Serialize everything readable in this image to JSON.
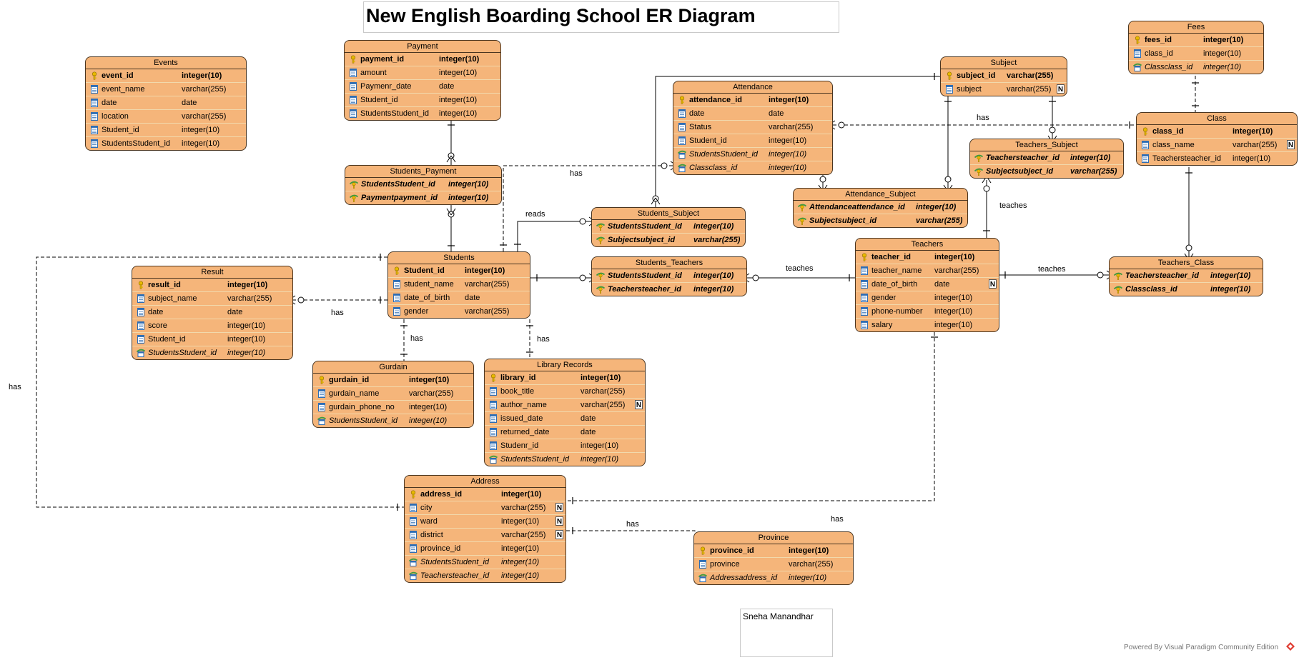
{
  "diagram": {
    "title": "New English Boarding School ER Diagram",
    "note": "Sneha Manandhar",
    "watermark": "Powered By Visual Paradigm Community Edition"
  },
  "colors": {
    "entity_fill": "#f5b57a",
    "entity_border": "#4a3520",
    "row_separator": "#f2d9ac",
    "key_icon": "#e8b800",
    "column_icon": "#2e6db4",
    "fk_icon": "#3f9b3f"
  },
  "entities": {
    "events": {
      "name": "Events",
      "attributes": [
        {
          "name": "event_id",
          "type": "integer(10)",
          "key": "pk"
        },
        {
          "name": "event_name",
          "type": "varchar(255)",
          "key": ""
        },
        {
          "name": "date",
          "type": "date",
          "key": ""
        },
        {
          "name": "location",
          "type": "varchar(255)",
          "key": ""
        },
        {
          "name": "Student_id",
          "type": "integer(10)",
          "key": ""
        },
        {
          "name": "StudentsStudent_id",
          "type": "integer(10)",
          "key": ""
        }
      ]
    },
    "payment": {
      "name": "Payment",
      "attributes": [
        {
          "name": "payment_id",
          "type": "integer(10)",
          "key": "pk"
        },
        {
          "name": "amount",
          "type": "integer(10)",
          "key": ""
        },
        {
          "name": "Paymenr_date",
          "type": "date",
          "key": ""
        },
        {
          "name": "Student_id",
          "type": "integer(10)",
          "key": ""
        },
        {
          "name": "StudentsStudent_id",
          "type": "integer(10)",
          "key": ""
        }
      ]
    },
    "students_payment": {
      "name": "Students_Payment",
      "attributes": [
        {
          "name": "StudentsStudent_id",
          "type": "integer(10)",
          "key": "pkfk"
        },
        {
          "name": "Paymentpayment_id",
          "type": "integer(10)",
          "key": "pkfk"
        }
      ]
    },
    "attendance": {
      "name": "Attendance",
      "attributes": [
        {
          "name": "attendance_id",
          "type": "integer(10)",
          "key": "pk"
        },
        {
          "name": "date",
          "type": "date",
          "key": ""
        },
        {
          "name": "Status",
          "type": "varchar(255)",
          "key": ""
        },
        {
          "name": "Student_id",
          "type": "integer(10)",
          "key": ""
        },
        {
          "name": "StudentsStudent_id",
          "type": "integer(10)",
          "key": "fk"
        },
        {
          "name": "Classclass_id",
          "type": "integer(10)",
          "key": "fk"
        }
      ]
    },
    "subject": {
      "name": "Subject",
      "attributes": [
        {
          "name": "subject_id",
          "type": "varchar(255)",
          "key": "pk"
        },
        {
          "name": "subject",
          "type": "varchar(255)",
          "key": "",
          "nullable": true
        }
      ]
    },
    "fees": {
      "name": "Fees",
      "attributes": [
        {
          "name": "fees_id",
          "type": "integer(10)",
          "key": "pk"
        },
        {
          "name": "class_id",
          "type": "integer(10)",
          "key": ""
        },
        {
          "name": "Classclass_id",
          "type": "integer(10)",
          "key": "fk"
        }
      ]
    },
    "class": {
      "name": "Class",
      "attributes": [
        {
          "name": "class_id",
          "type": "integer(10)",
          "key": "pk"
        },
        {
          "name": "class_name",
          "type": "varchar(255)",
          "key": "",
          "nullable": true
        },
        {
          "name": "Teachersteacher_id",
          "type": "integer(10)",
          "key": ""
        }
      ]
    },
    "teachers_subject": {
      "name": "Teachers_Subject",
      "attributes": [
        {
          "name": "Teachersteacher_id",
          "type": "integer(10)",
          "key": "pkfk"
        },
        {
          "name": "Subjectsubject_id",
          "type": "varchar(255)",
          "key": "pkfk"
        }
      ]
    },
    "attendance_subject": {
      "name": "Attendance_Subject",
      "attributes": [
        {
          "name": "Attendanceattendance_id",
          "type": "integer(10)",
          "key": "pkfk"
        },
        {
          "name": "Subjectsubject_id",
          "type": "varchar(255)",
          "key": "pkfk"
        }
      ]
    },
    "students_subject": {
      "name": "Students_Subject",
      "attributes": [
        {
          "name": "StudentsStudent_id",
          "type": "integer(10)",
          "key": "pkfk"
        },
        {
          "name": "Subjectsubject_id",
          "type": "varchar(255)",
          "key": "pkfk"
        }
      ]
    },
    "students": {
      "name": "Students",
      "attributes": [
        {
          "name": "Student_id",
          "type": "integer(10)",
          "key": "pk"
        },
        {
          "name": "student_name",
          "type": "varchar(255)",
          "key": ""
        },
        {
          "name": "date_of_birth",
          "type": "date",
          "key": ""
        },
        {
          "name": "gender",
          "type": "varchar(255)",
          "key": ""
        }
      ]
    },
    "students_teachers": {
      "name": "Students_Teachers",
      "attributes": [
        {
          "name": "StudentsStudent_id",
          "type": "integer(10)",
          "key": "pkfk"
        },
        {
          "name": "Teachersteacher_id",
          "type": "integer(10)",
          "key": "pkfk"
        }
      ]
    },
    "teachers": {
      "name": "Teachers",
      "attributes": [
        {
          "name": "teacher_id",
          "type": "integer(10)",
          "key": "pk"
        },
        {
          "name": "teacher_name",
          "type": "varchar(255)",
          "key": ""
        },
        {
          "name": "date_of_birth",
          "type": "date",
          "key": "",
          "nullable": true
        },
        {
          "name": "gender",
          "type": "integer(10)",
          "key": ""
        },
        {
          "name": "phone-number",
          "type": "integer(10)",
          "key": ""
        },
        {
          "name": "salary",
          "type": "integer(10)",
          "key": ""
        }
      ]
    },
    "teachers_class": {
      "name": "Teachers_Class",
      "attributes": [
        {
          "name": "Teachersteacher_id",
          "type": "integer(10)",
          "key": "pkfk"
        },
        {
          "name": "Classclass_id",
          "type": "integer(10)",
          "key": "pkfk"
        }
      ]
    },
    "result": {
      "name": "Result",
      "attributes": [
        {
          "name": "result_id",
          "type": "integer(10)",
          "key": "pk"
        },
        {
          "name": "subject_name",
          "type": "varchar(255)",
          "key": ""
        },
        {
          "name": "date",
          "type": "date",
          "key": ""
        },
        {
          "name": "score",
          "type": "integer(10)",
          "key": ""
        },
        {
          "name": "Student_id",
          "type": "integer(10)",
          "key": ""
        },
        {
          "name": "StudentsStudent_id",
          "type": "integer(10)",
          "key": "fk"
        }
      ]
    },
    "gurdain": {
      "name": "Gurdain",
      "attributes": [
        {
          "name": "gurdain_id",
          "type": "integer(10)",
          "key": "pk"
        },
        {
          "name": "gurdain_name",
          "type": "varchar(255)",
          "key": ""
        },
        {
          "name": "gurdain_phone_no",
          "type": "integer(10)",
          "key": ""
        },
        {
          "name": "StudentsStudent_id",
          "type": "integer(10)",
          "key": "fk"
        }
      ]
    },
    "library_records": {
      "name": "Library Records",
      "attributes": [
        {
          "name": "library_id",
          "type": "integer(10)",
          "key": "pk"
        },
        {
          "name": "book_title",
          "type": "varchar(255)",
          "key": ""
        },
        {
          "name": "author_name",
          "type": "varchar(255)",
          "key": "",
          "nullable": true
        },
        {
          "name": "issued_date",
          "type": "date",
          "key": ""
        },
        {
          "name": "returned_date",
          "type": "date",
          "key": ""
        },
        {
          "name": "Studenr_id",
          "type": "integer(10)",
          "key": ""
        },
        {
          "name": "StudentsStudent_id",
          "type": "integer(10)",
          "key": "fk"
        }
      ]
    },
    "address": {
      "name": "Address",
      "attributes": [
        {
          "name": "address_id",
          "type": "integer(10)",
          "key": "pk"
        },
        {
          "name": "city",
          "type": "varchar(255)",
          "key": "",
          "nullable": true
        },
        {
          "name": "ward",
          "type": "integer(10)",
          "key": "",
          "nullable": true
        },
        {
          "name": "district",
          "type": "varchar(255)",
          "key": "",
          "nullable": true
        },
        {
          "name": "province_id",
          "type": "integer(10)",
          "key": ""
        },
        {
          "name": "StudentsStudent_id",
          "type": "integer(10)",
          "key": "fk"
        },
        {
          "name": "Teachersteacher_id",
          "type": "integer(10)",
          "key": "fk"
        }
      ]
    },
    "province": {
      "name": "Province",
      "attributes": [
        {
          "name": "province_id",
          "type": "integer(10)",
          "key": "pk"
        },
        {
          "name": "province",
          "type": "varchar(255)",
          "key": ""
        },
        {
          "name": "Addressaddress_id",
          "type": "integer(10)",
          "key": "fk"
        }
      ]
    }
  },
  "relationship_labels": [
    {
      "id": "class-attendance-has",
      "text": "has"
    },
    {
      "id": "studentspayment-has",
      "text": "has"
    },
    {
      "id": "students-subject-reads",
      "text": "reads"
    },
    {
      "id": "teachers-subject-teaches",
      "text": "teaches"
    },
    {
      "id": "students-teachers-teaches",
      "text": "teaches"
    },
    {
      "id": "teachers-class-teaches",
      "text": "teaches"
    },
    {
      "id": "students-result-has",
      "text": "has"
    },
    {
      "id": "students-gurdain-has",
      "text": "has"
    },
    {
      "id": "students-library-has",
      "text": "has"
    },
    {
      "id": "students-address-has",
      "text": "has"
    },
    {
      "id": "address-province-has",
      "text": "has"
    },
    {
      "id": "teachers-address-has",
      "text": "has"
    }
  ]
}
